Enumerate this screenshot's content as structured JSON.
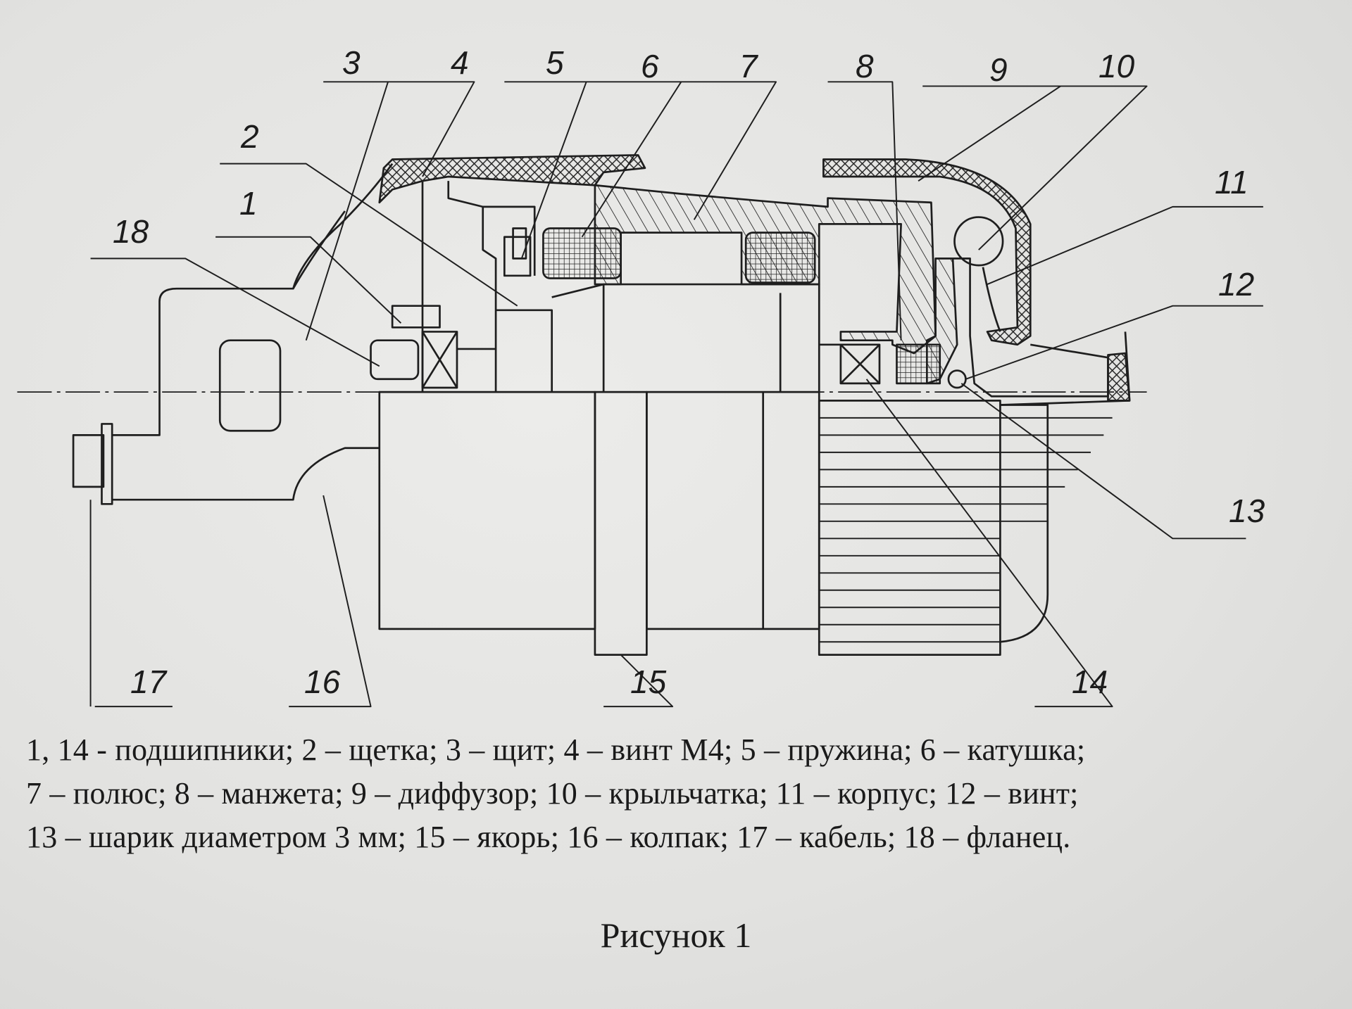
{
  "diagram": {
    "callouts": [
      "1",
      "2",
      "3",
      "4",
      "5",
      "6",
      "7",
      "8",
      "9",
      "10",
      "11",
      "12",
      "13",
      "14",
      "15",
      "16",
      "17",
      "18"
    ]
  },
  "caption": {
    "lines": [
      "1, 14 - подшипники; 2 – щетка; 3 – щит; 4 – винт М4; 5 – пружина; 6 – катушка;",
      "7 – полюс; 8 – манжета; 9 – диффузор; 10 – крыльчатка; 11 – корпус; 12 – винт;",
      "13 – шарик диаметром 3 мм; 15 – якорь; 16 – колпак; 17 – кабель; 18 – фланец."
    ]
  },
  "figure_title": "Рисунок 1"
}
